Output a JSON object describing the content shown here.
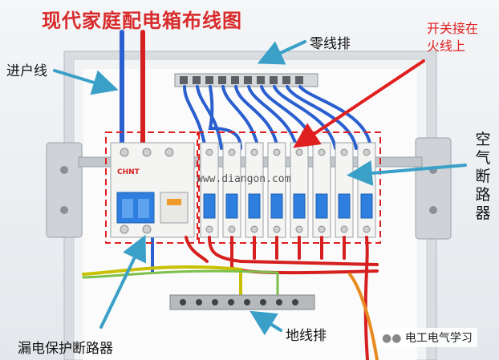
{
  "title": "现代家庭配电箱布线图",
  "labels": {
    "incoming_wire": "进户线",
    "neutral_bar": "零线排",
    "switch_note_line1": "开关接在",
    "switch_note_line2": "火线上",
    "air_breaker": "空气断路器",
    "rcd_breaker": "漏电保护断路器",
    "ground_bar": "地线排"
  },
  "watermark": "电工电气学习",
  "site_url": "www.diangon.com",
  "breaker_brand": "CHNT",
  "colors": {
    "title": "#d92b2b",
    "arrow_blue": "#3aa0c8",
    "arrow_red": "#e02020",
    "live_wire": "#d62020",
    "neutral_wire": "#2a5fd0",
    "ground_wire": "#c8c000",
    "breaker_handle": "#2f7fe0"
  }
}
